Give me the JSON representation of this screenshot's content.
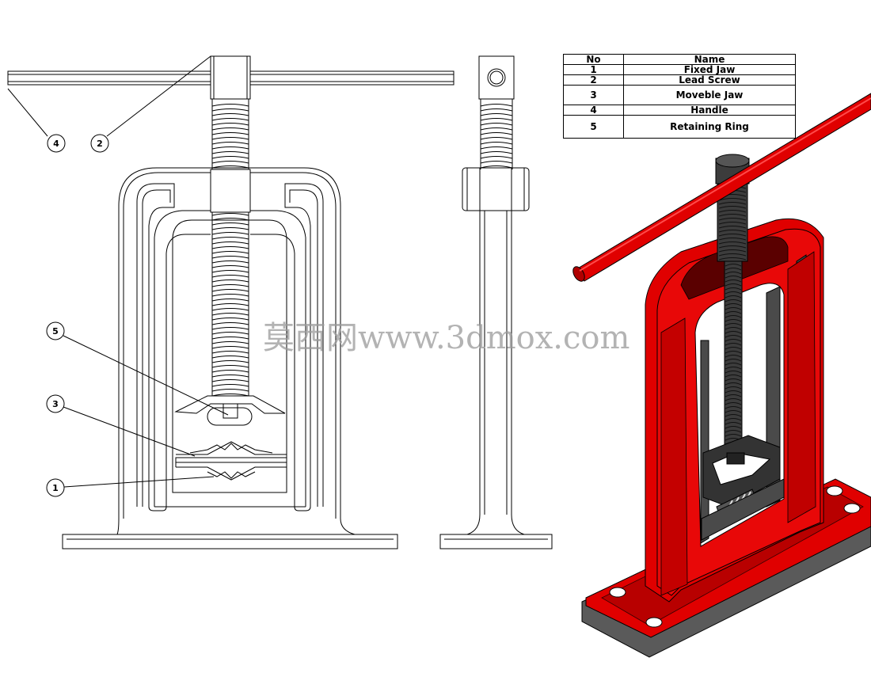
{
  "bom": {
    "header": {
      "no": "No",
      "name": "Name"
    },
    "rows": [
      {
        "no": "1",
        "name": "Fixed Jaw"
      },
      {
        "no": "2",
        "name": "Lead Screw"
      },
      {
        "no": "3",
        "name": "Moveble Jaw"
      },
      {
        "no": "4",
        "name": "Handle"
      },
      {
        "no": "5",
        "name": "Retaining Ring"
      }
    ]
  },
  "balloons": {
    "b4": "4",
    "b2": "2",
    "b5": "5",
    "b3": "3",
    "b1": "1"
  },
  "watermark": "莫西网www.3dmox.com",
  "colors": {
    "part_red": "#e00000",
    "dark_red": "#a80000",
    "steel_gray": "#5a5a5a",
    "line": "#000000"
  }
}
